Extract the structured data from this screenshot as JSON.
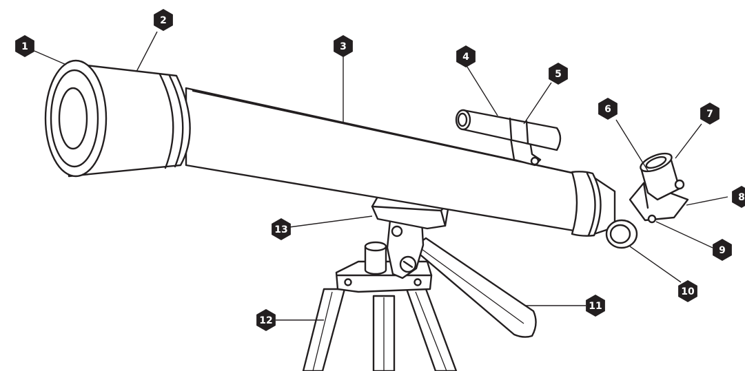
{
  "diagram": {
    "stroke_color": "#231f20",
    "badge_color": "#231f20",
    "badge_text_color": "#ffffff",
    "callouts": [
      {
        "id": "c1",
        "number": "1"
      },
      {
        "id": "c2",
        "number": "2"
      },
      {
        "id": "c3",
        "number": "3"
      },
      {
        "id": "c4",
        "number": "4"
      },
      {
        "id": "c5",
        "number": "5"
      },
      {
        "id": "c6",
        "number": "6"
      },
      {
        "id": "c7",
        "number": "7"
      },
      {
        "id": "c8",
        "number": "8"
      },
      {
        "id": "c9",
        "number": "9"
      },
      {
        "id": "c10",
        "number": "10"
      },
      {
        "id": "c11",
        "number": "11"
      },
      {
        "id": "c12",
        "number": "12"
      },
      {
        "id": "c13",
        "number": "13"
      }
    ]
  }
}
